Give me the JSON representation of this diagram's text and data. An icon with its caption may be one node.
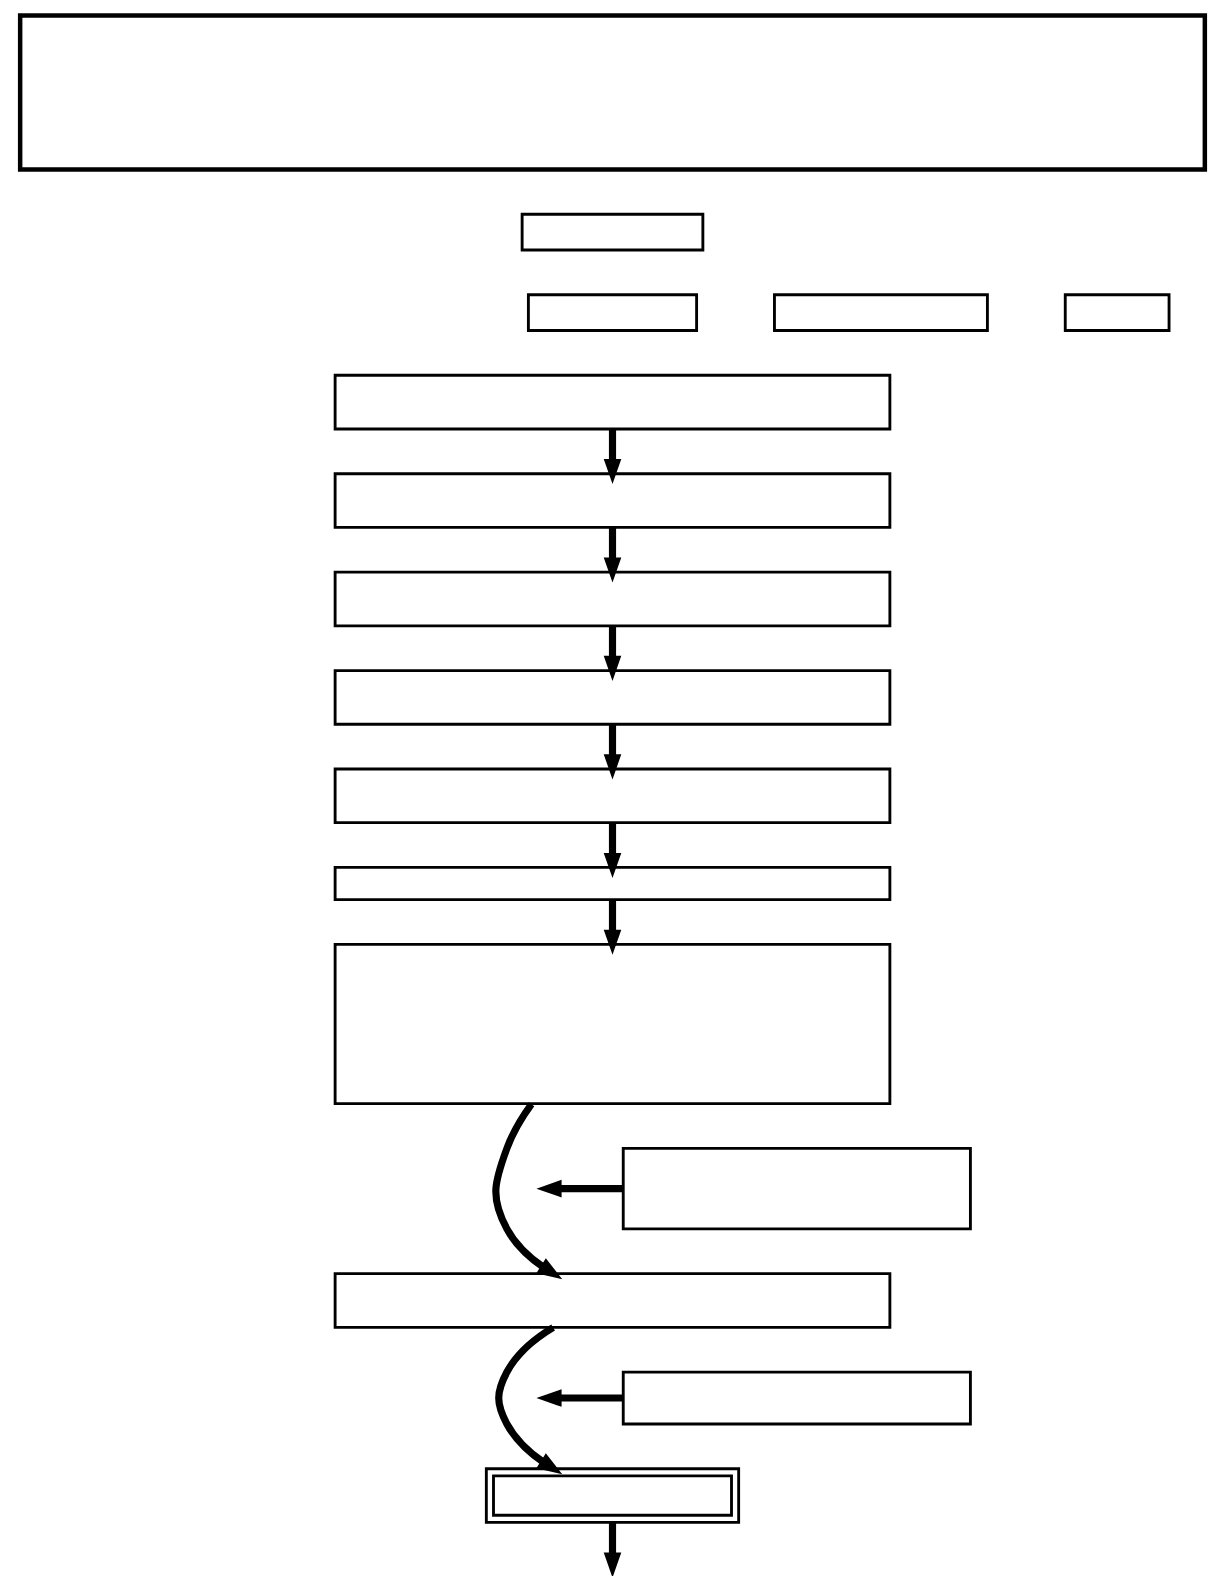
{
  "diagram": {
    "nodes": [
      {
        "text": [],
        "shape": "box"
      },
      {
        "text": [],
        "shape": "box"
      },
      {
        "text": [],
        "shape": "box"
      },
      {
        "text": [],
        "shape": "box"
      },
      {
        "text": [],
        "shape": "box"
      },
      {
        "text": [],
        "shape": "box"
      },
      {
        "text": [],
        "shape": "box"
      },
      {
        "text": [],
        "shape": "box"
      },
      {
        "text": [],
        "shape": "box"
      },
      {
        "text": [],
        "shape": "box"
      },
      {
        "text": [],
        "shape": "box"
      },
      {
        "text": [],
        "shape": "box"
      },
      {
        "text": [],
        "shape": "box"
      },
      {
        "text": [],
        "shape": "box"
      },
      {
        "text": [],
        "shape": "box"
      },
      {
        "text": [],
        "shape": "box"
      }
    ],
    "edges": [
      {
        "from": 5,
        "to": 6,
        "arrow": "to"
      },
      {
        "from": 6,
        "to": 7,
        "arrow": "to"
      },
      {
        "from": 7,
        "to": 8,
        "arrow": "to"
      },
      {
        "from": 8,
        "to": 9,
        "arrow": "to"
      },
      {
        "from": 9,
        "to": 10,
        "arrow": "to"
      },
      {
        "from": 10,
        "to": 11,
        "arrow": "to"
      },
      {
        "from": 11,
        "to": 13,
        "arrow": "to"
      },
      {
        "from": 12,
        "to": null,
        "arrow": "to"
      },
      {
        "from": 13,
        "to": 15,
        "arrow": "to"
      },
      {
        "from": 14,
        "to": null,
        "arrow": "to"
      },
      {
        "from": 15,
        "to": null,
        "arrow": "to"
      }
    ]
  }
}
